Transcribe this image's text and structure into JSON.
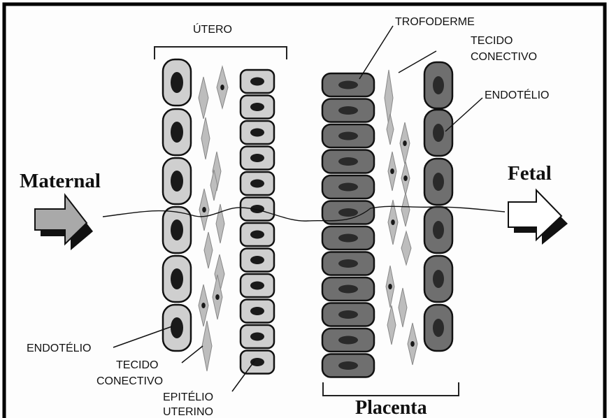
{
  "title": {
    "utero": "ÚTERO",
    "placenta": "Placenta"
  },
  "sides": {
    "maternal": "Maternal",
    "fetal": "Fetal"
  },
  "labels": {
    "trofoderme": "TROFODERME",
    "tecido_conectivo_fetal_1": "TECIDO",
    "tecido_conectivo_fetal_2": "CONECTIVO",
    "endotelio_fetal": "ENDOTÉLIO",
    "endotelio_maternal": "ENDOTÉLIO",
    "tecido_conectivo_maternal_1": "TECIDO",
    "tecido_conectivo_maternal_2": "CONECTIVO",
    "epitelio_uterino_1": "EPITÉLIO",
    "epitelio_uterino_2": "UTERINO"
  },
  "colors": {
    "light_cell": "#cfcfcf",
    "medium_cell": "#bdbdbd",
    "dark_cell": "#6f6f6f",
    "nucleus": "#1a1a1a",
    "outline": "#111111"
  },
  "icons": {
    "maternal_arrow": "right-arrow-icon-shaded",
    "fetal_arrow": "right-arrow-icon-outline"
  }
}
